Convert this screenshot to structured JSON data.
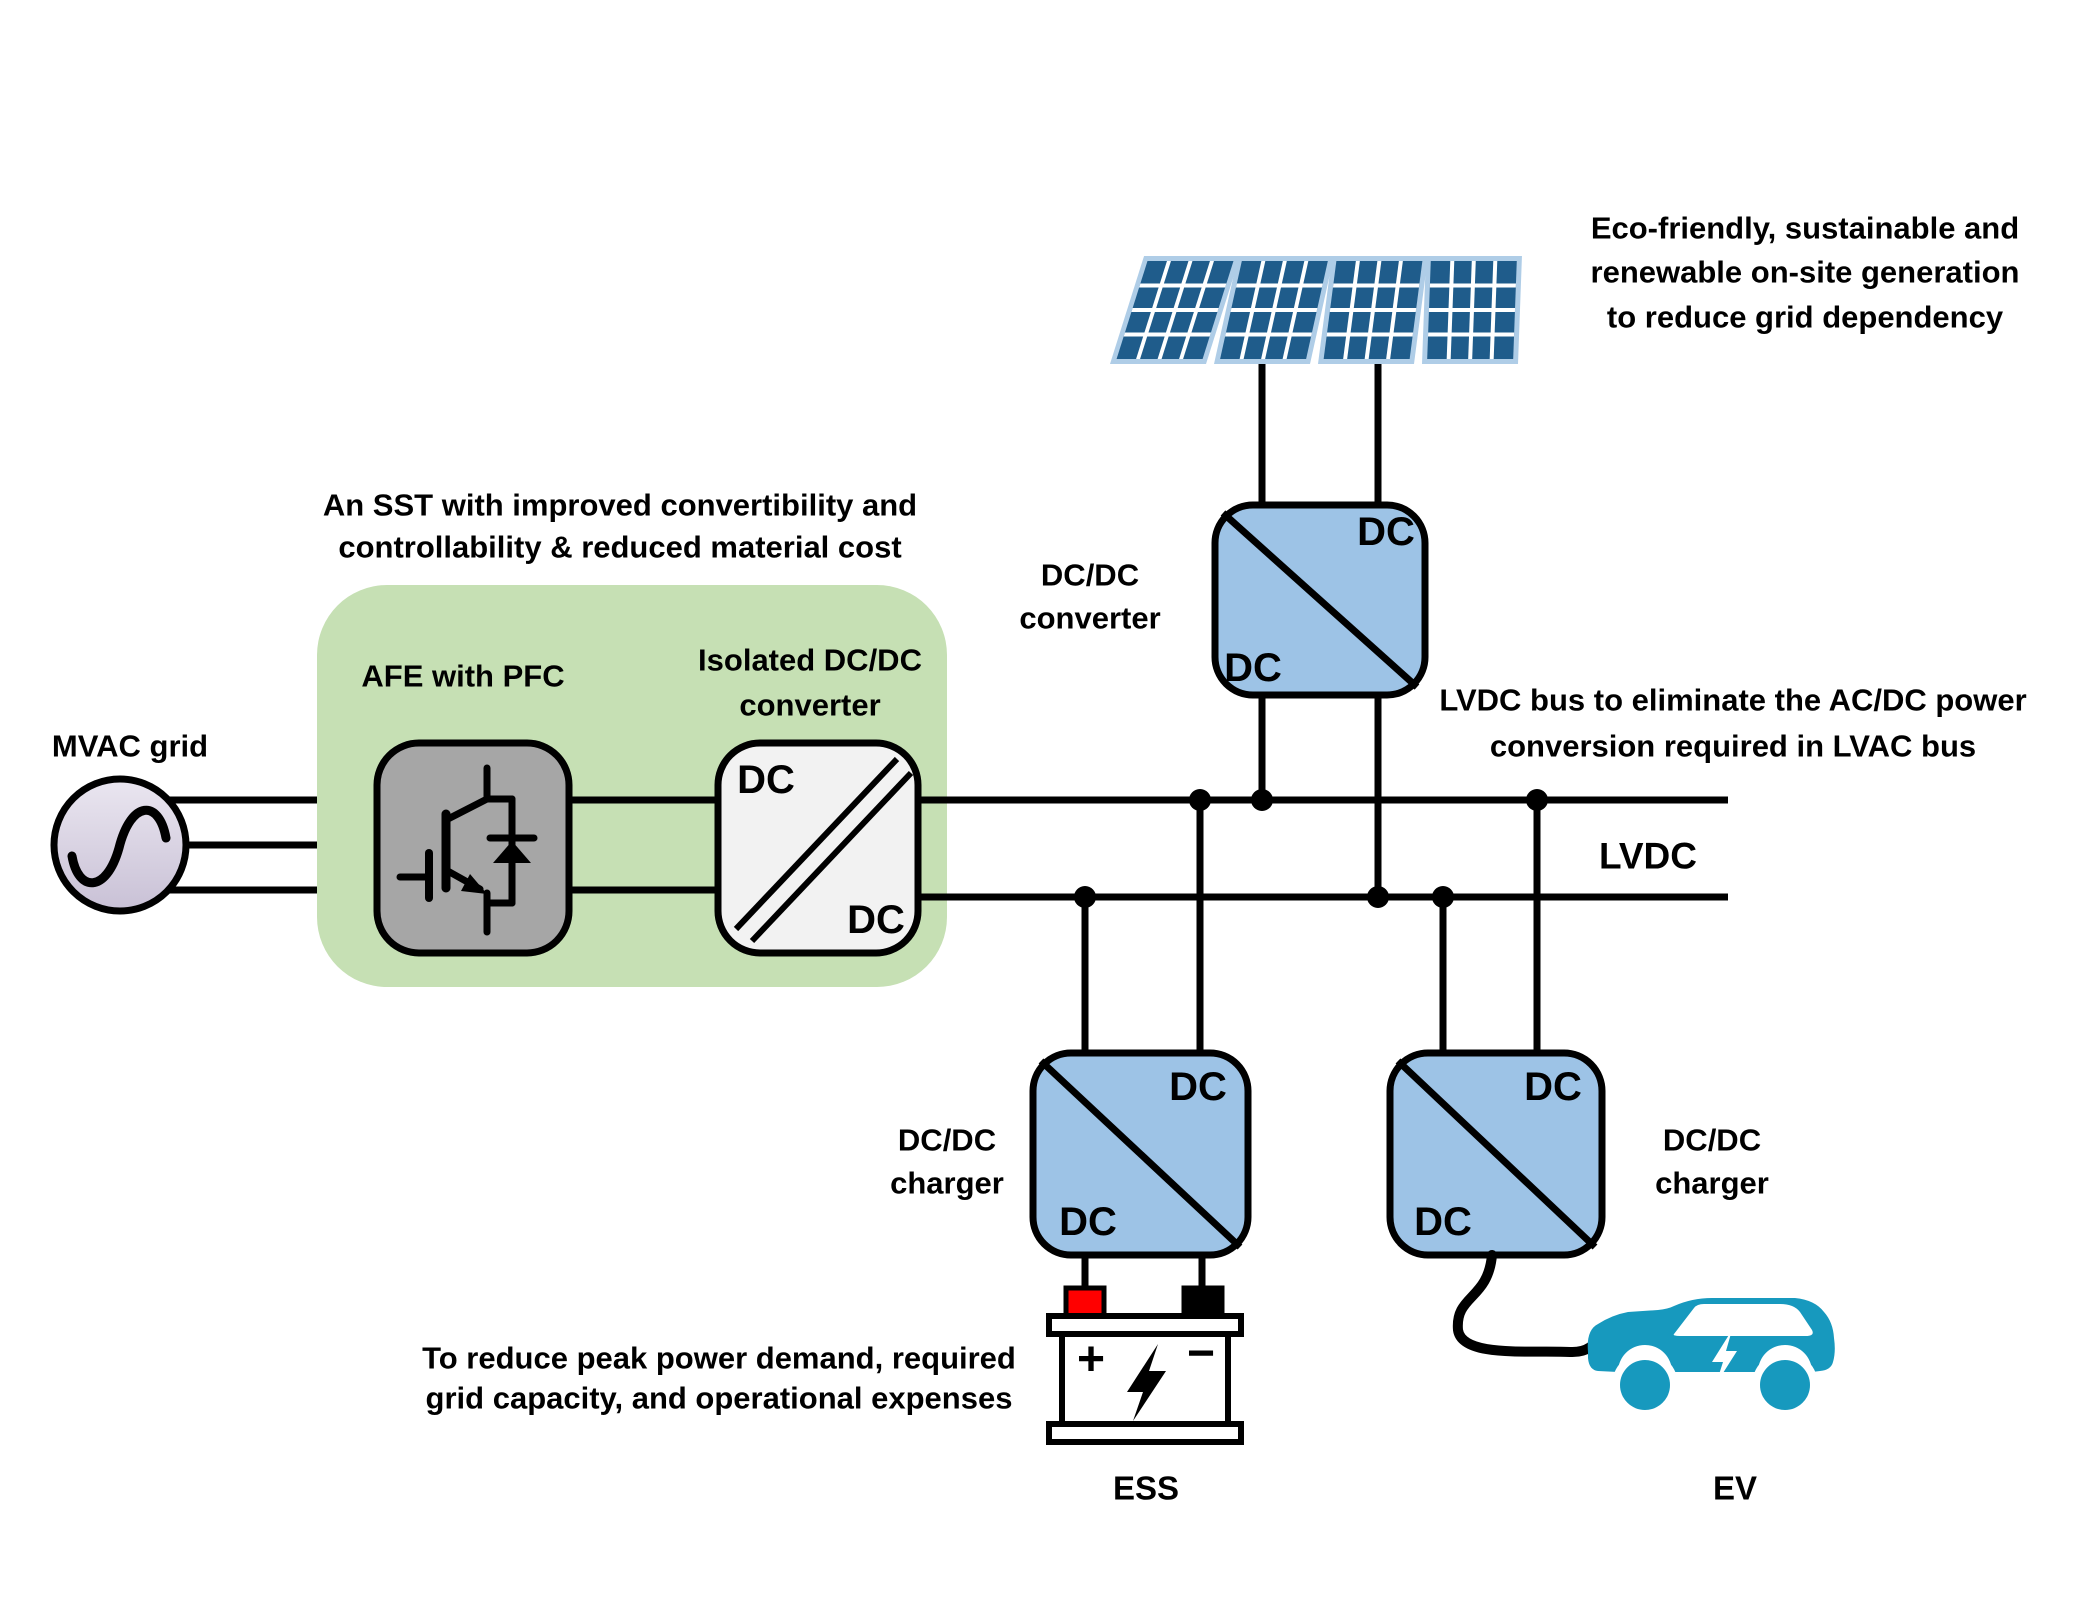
{
  "colors": {
    "converter_blue": "#9DC3E6",
    "sst_green": "#C6E0B4",
    "afe_gray": "#A6A6A6",
    "isolated_white": "#F2F2F2",
    "source_lavender_light": "#EAE6F0",
    "source_lavender_dark": "#C9C1D6",
    "panel_cell_blue": "#1F5C8B",
    "panel_frame_blue": "#AFCDE7",
    "car_teal": "#1799BE",
    "battery_terminal_red": "#FF0000",
    "line_black": "#000000"
  },
  "mvac": {
    "label": "MVAC grid"
  },
  "sst": {
    "note_line1": "An SST with improved convertibility and",
    "note_line2": "controllability & reduced material cost",
    "afe_label": "AFE with PFC",
    "isolated_label_line1": "Isolated DC/DC",
    "isolated_label_line2": "converter",
    "isolated_dc_top": "DC",
    "isolated_dc_bottom": "DC"
  },
  "pv": {
    "note_line1": "Eco-friendly, sustainable and",
    "note_line2": "renewable on-site generation",
    "note_line3": "to reduce grid dependency",
    "converter_label_line1": "DC/DC",
    "converter_label_line2": "converter",
    "dc_top": "DC",
    "dc_bottom": "DC"
  },
  "bus": {
    "note_line1": "LVDC bus to eliminate the AC/DC power",
    "note_line2": "conversion required in LVAC bus",
    "label": "LVDC"
  },
  "ess": {
    "charger_label_line1": "DC/DC",
    "charger_label_line2": "charger",
    "dc_top": "DC",
    "dc_bottom": "DC",
    "battery_plus": "+",
    "battery_minus": "−",
    "label": "ESS",
    "note_line1": "To reduce peak power demand, required",
    "note_line2": "grid capacity, and operational expenses"
  },
  "ev": {
    "charger_label_line1": "DC/DC",
    "charger_label_line2": "charger",
    "dc_top": "DC",
    "dc_bottom": "DC",
    "label": "EV"
  }
}
